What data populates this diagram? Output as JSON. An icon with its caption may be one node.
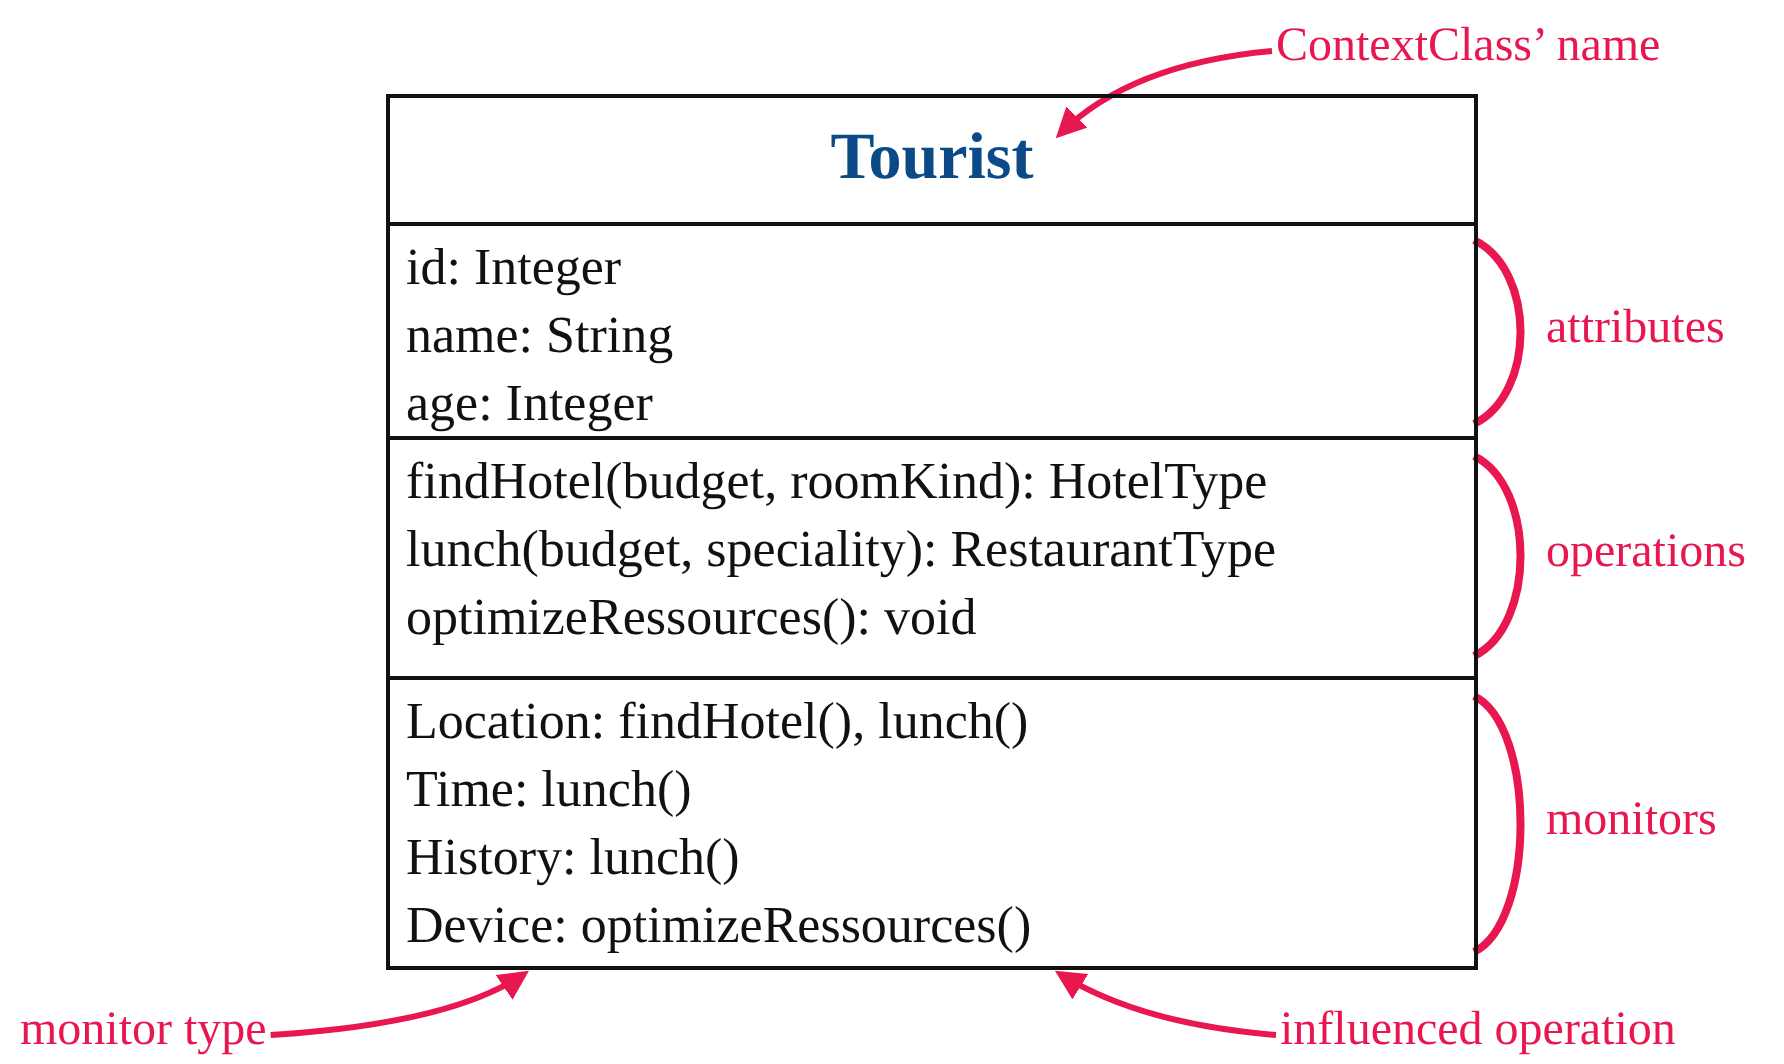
{
  "diagram": {
    "nodes": [
      {
        "text": [
          "Tourist"
        ]
      },
      {
        "text": [
          "id: Integer",
          "name: String",
          "age: Integer"
        ]
      },
      {
        "text": [
          "findHotel(budget, roomKind): HotelType",
          "lunch(budget, speciality): RestaurantType",
          "optimizeRessources(): void"
        ]
      },
      {
        "text": [
          "Location: findHotel(), lunch()",
          "Time: lunch()",
          "History: lunch()",
          "Device: optimizeRessources()"
        ]
      },
      {
        "text": [
          "ContextClass’ name"
        ]
      },
      {
        "text": [
          "monitor type"
        ]
      },
      {
        "text": [
          "influenced operation"
        ]
      }
    ],
    "edges": [
      {
        "from": 4,
        "to": 0,
        "arrow": "to"
      },
      {
        "from": 5,
        "to": 3,
        "arrow": "to"
      },
      {
        "from": 6,
        "to": 3,
        "arrow": "to"
      }
    ],
    "labels": [
      "attributes",
      "operations",
      "monitors"
    ]
  }
}
